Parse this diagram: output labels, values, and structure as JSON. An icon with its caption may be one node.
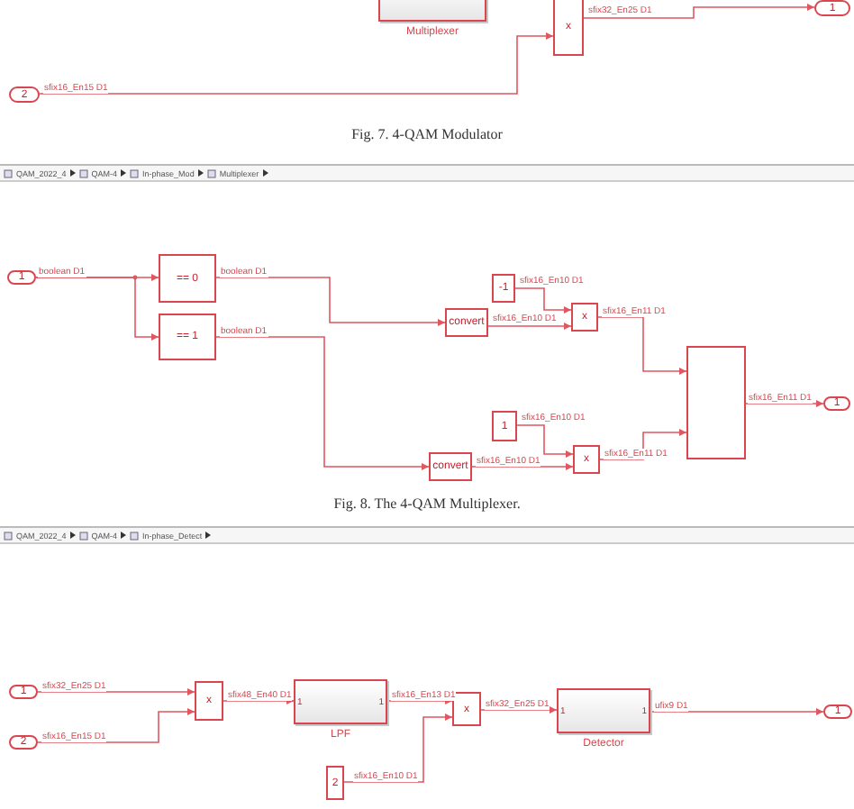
{
  "diagram": {
    "nodes": [
      {
        "text": [],
        "shape": "box",
        "beside": [
          "Multiplexer"
        ]
      },
      {
        "text": [
          "x"
        ]
      },
      {
        "text": [
          "1"
        ]
      },
      {
        "text": [
          "2"
        ]
      },
      {
        "text": [
          "1"
        ]
      },
      {
        "text": [
          "== 0"
        ]
      },
      {
        "text": [
          "== 1"
        ]
      },
      {
        "text": [
          "-1"
        ]
      },
      {
        "text": [
          "convert"
        ]
      },
      {
        "text": [
          "x"
        ]
      },
      {
        "text": [],
        "shape": "box"
      },
      {
        "text": [
          "1"
        ]
      },
      {
        "text": [
          "1"
        ]
      },
      {
        "text": [
          "convert"
        ]
      },
      {
        "text": [
          "x"
        ]
      },
      {
        "text": [
          "1"
        ]
      },
      {
        "text": [
          "2"
        ]
      },
      {
        "text": [
          "x"
        ]
      },
      {
        "text": [
          "1",
          "1"
        ],
        "beside": [
          "LPF"
        ]
      },
      {
        "text": [
          "x"
        ]
      },
      {
        "text": [
          "1",
          "1"
        ],
        "beside": [
          "Detector"
        ]
      },
      {
        "text": [
          "1"
        ]
      },
      {
        "text": [
          "2"
        ]
      }
    ],
    "edges": [
      {
        "from": 3,
        "to": 1,
        "arrow": "to",
        "label": "sfix16_En15 D1"
      },
      {
        "from": 1,
        "to": 2,
        "arrow": "to",
        "label": "sfix32_En25 D1"
      },
      {
        "from": 4,
        "to": 5,
        "arrow": "to",
        "label": "boolean D1"
      },
      {
        "from": 4,
        "to": 6,
        "arrow": "to"
      },
      {
        "from": 5,
        "to": 8,
        "arrow": "to",
        "label": "boolean D1"
      },
      {
        "from": 6,
        "to": 13,
        "arrow": "to",
        "label": "boolean D1"
      },
      {
        "from": 7,
        "to": 9,
        "arrow": "to",
        "label": "sfix16_En10 D1"
      },
      {
        "from": 8,
        "to": 9,
        "arrow": "to",
        "label": "sfix16_En10 D1"
      },
      {
        "from": 9,
        "to": 10,
        "arrow": "to",
        "label": "sfix16_En11 D1"
      },
      {
        "from": 12,
        "to": 14,
        "arrow": "to",
        "label": "sfix16_En10 D1"
      },
      {
        "from": 13,
        "to": 14,
        "arrow": "to",
        "label": "sfix16_En10 D1"
      },
      {
        "from": 14,
        "to": 10,
        "arrow": "to",
        "label": "sfix16_En11 D1"
      },
      {
        "from": 10,
        "to": 11,
        "arrow": "to",
        "label": "sfix16_En11 D1"
      },
      {
        "from": 15,
        "to": 17,
        "arrow": "to",
        "label": "sfix32_En25 D1"
      },
      {
        "from": 16,
        "to": 17,
        "arrow": "to",
        "label": "sfix16_En15 D1"
      },
      {
        "from": 17,
        "to": 18,
        "arrow": "to",
        "label": "sfix48_En40 D1"
      },
      {
        "from": 18,
        "to": 19,
        "arrow": "to",
        "label": "sfix16_En13 D1"
      },
      {
        "from": 22,
        "to": 19,
        "arrow": "to",
        "label": "sfix16_En10 D1"
      },
      {
        "from": 19,
        "to": 20,
        "arrow": "to",
        "label": "sfix32_En25 D1"
      },
      {
        "from": 20,
        "to": 21,
        "arrow": "to",
        "label": "ufix9 D1"
      }
    ],
    "labels": [
      "Fig. 7. 4-QAM Modulator",
      "QAM_2022_4",
      "QAM-4",
      "In-phase_Mod",
      "Multiplexer",
      "Fig. 8. The 4-QAM Multiplexer.",
      "QAM_2022_4",
      "QAM-4",
      "In-phase_Detect"
    ]
  }
}
